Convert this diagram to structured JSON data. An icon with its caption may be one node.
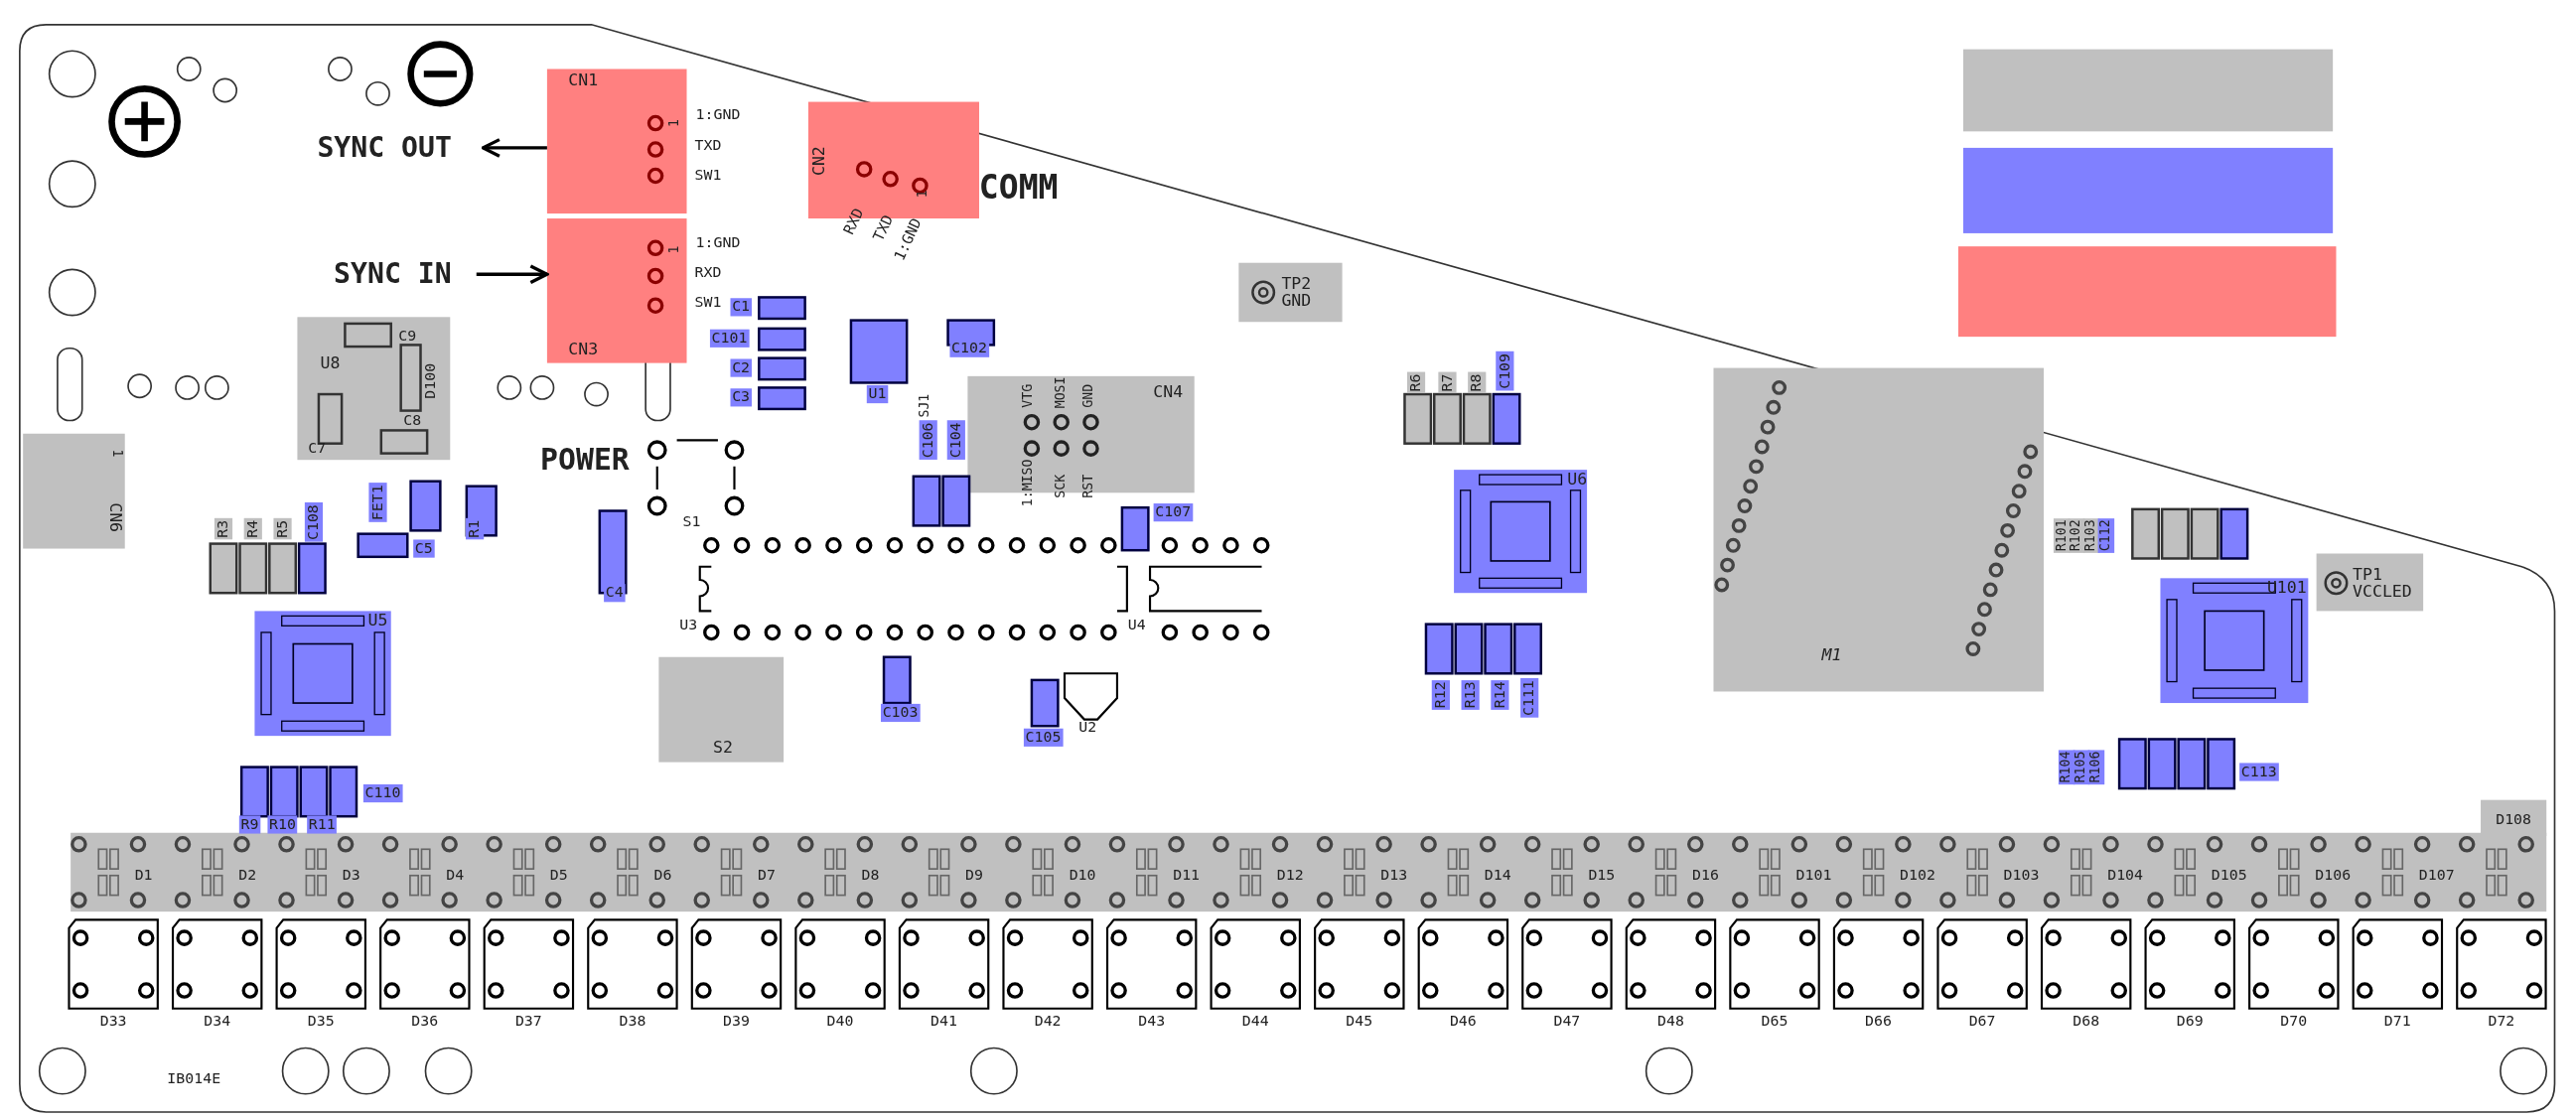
{
  "diagram": {
    "nodes": [
      {
        "text": [
          "SYNC OUT"
        ]
      },
      {
        "text": [
          "CN1",
          "1"
        ],
        "beside": [
          "1:GND",
          "TXD",
          "SW1"
        ]
      },
      {
        "text": [
          "SYNC IN"
        ]
      },
      {
        "text": [
          "CN3",
          "1"
        ],
        "beside": [
          "1:GND",
          "RXD",
          "SW1"
        ]
      },
      {
        "text": [
          "CN2",
          "1"
        ],
        "beside": [
          "RXD",
          "TXD",
          "1:GND",
          "COMM"
        ]
      },
      {
        "text": [
          "TP2 GND"
        ]
      },
      {
        "text": [
          "U8"
        ]
      },
      {
        "text": [
          "CN4",
          "VTG",
          "MOSI",
          "GND",
          "1:MISO",
          "SCK",
          "RST"
        ]
      },
      {
        "text": [
          "CN6",
          "1"
        ]
      },
      {
        "text": [
          "U5"
        ]
      },
      {
        "text": [
          "S2"
        ]
      },
      {
        "text": [
          "U6"
        ]
      },
      {
        "text": [
          "M1"
        ]
      },
      {
        "text": [
          "TP1 VCCLED"
        ]
      },
      {
        "text": [
          "U101"
        ]
      }
    ],
    "edges": [
      {
        "from": 1,
        "to": 0,
        "arrow": "to"
      },
      {
        "from": 2,
        "to": 3,
        "arrow": "to"
      }
    ],
    "labels": [
      "POWER",
      "S1",
      "C9",
      "D100",
      "C7",
      "C8",
      "SJ1",
      "C1",
      "C101",
      "C2",
      "C3",
      "U1",
      "C102",
      "C106",
      "C104",
      "C107",
      "R3",
      "R4",
      "R5",
      "C108",
      "FET1",
      "C5",
      "R1",
      "C4",
      "C110",
      "R9",
      "R10",
      "R11",
      "U3",
      "U4",
      "C103",
      "C105",
      "U2",
      "R6",
      "R7",
      "R8",
      "C109",
      "R12",
      "R13",
      "R14",
      "C111",
      "R101",
      "R102",
      "R103",
      "C112",
      "R104",
      "R105",
      "R106",
      "C113",
      "D1",
      "D2",
      "D3",
      "D4",
      "D5",
      "D6",
      "D7",
      "D8",
      "D9",
      "D10",
      "D11",
      "D12",
      "D13",
      "D14",
      "D15",
      "D16",
      "D101",
      "D102",
      "D103",
      "D104",
      "D105",
      "D106",
      "D107",
      "D108",
      "D33",
      "D34",
      "D35",
      "D36",
      "D37",
      "D38",
      "D39",
      "D40",
      "D41",
      "D42",
      "D43",
      "D44",
      "D45",
      "D46",
      "D47",
      "D48",
      "D65",
      "D66",
      "D67",
      "D68",
      "D69",
      "D70",
      "D71",
      "D72",
      "IB014E"
    ]
  }
}
